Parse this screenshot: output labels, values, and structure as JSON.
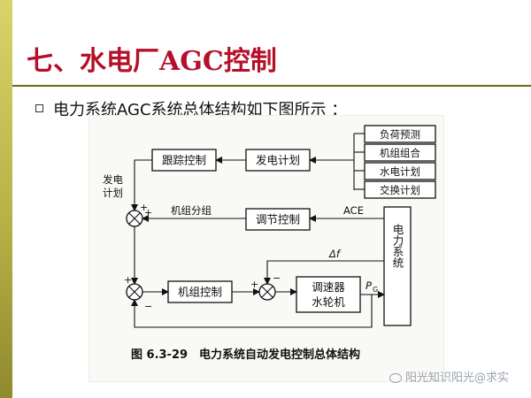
{
  "slide": {
    "title": "七、水电厂AGC控制",
    "bullet": "电力系统AGC系统总体结构如下图所示 ："
  },
  "diagram": {
    "blocks": {
      "tracking": "跟踪控制",
      "gen_plan": "发电计划",
      "regulator": "调节控制",
      "unit_ctrl": "机组控制",
      "governor_1": "调速器",
      "governor_2": "水轮机",
      "power_system": "电力系统"
    },
    "inputs": [
      "负荷预测",
      "机组组合",
      "水电计划",
      "交换计划"
    ],
    "labels": {
      "gen_plan_side_1": "发电",
      "gen_plan_side_2": "计划",
      "unit_group": "机组分组",
      "ace": "ACE",
      "delta_f": "Δf",
      "pg": "P",
      "pg_sub": "G"
    },
    "signs": {
      "plus": "+",
      "minus": "−"
    },
    "caption": "图 6.3-29　电力系统自动发电控制总体结构"
  },
  "watermark": "阳光知识阳光@求实"
}
